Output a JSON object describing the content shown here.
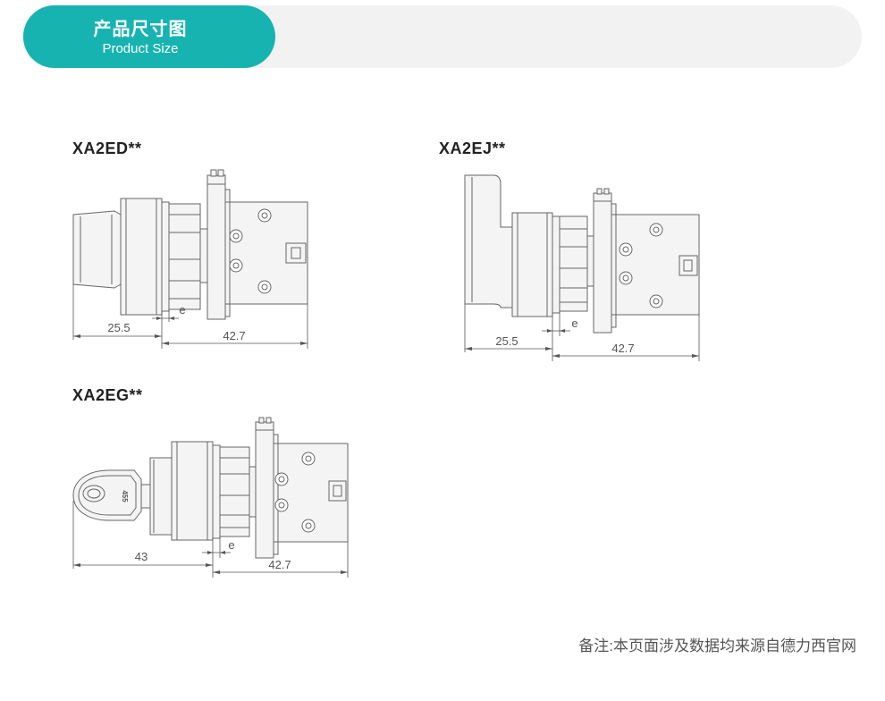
{
  "header": {
    "title_cn": "产品尺寸图",
    "title_en": "Product Size"
  },
  "diagrams": [
    {
      "model": "XA2ED**",
      "dim_front": "25.5",
      "dim_e": "e",
      "dim_body": "42.7"
    },
    {
      "model": "XA2EJ**",
      "dim_front": "25.5",
      "dim_e": "e",
      "dim_body": "42.7"
    },
    {
      "model": "XA2EG**",
      "dim_front": "43",
      "dim_e": "e",
      "dim_body": "42.7",
      "key_mark": "455"
    }
  ],
  "footnote": "备注:本页面涉及数据均来源自德力西官网",
  "colors": {
    "accent": "#17b3b0",
    "header_bg": "#f2f2f2",
    "line": "#555555"
  }
}
